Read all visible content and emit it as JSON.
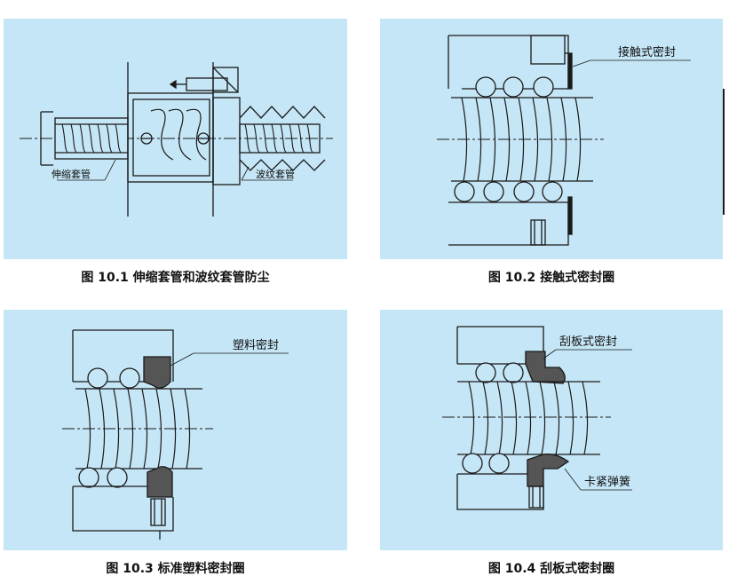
{
  "figures": [
    {
      "caption": "图 10.1   伸缩套管和波纹套管防尘",
      "labels": {
        "left": "伸缩套管",
        "right": "波纹套管"
      }
    },
    {
      "caption": "图 10.2   接触式密封圈",
      "labels": {
        "seal": "接触式密封"
      }
    },
    {
      "caption": "图 10.3   标准塑料密封圈",
      "labels": {
        "seal": "塑料密封"
      }
    },
    {
      "caption": "图 10.4   刮板式密封圈",
      "labels": {
        "seal": "刮板式密封",
        "spring": "卡紧弹簧"
      }
    }
  ],
  "colors": {
    "panel": "#c5e6f6",
    "line": "#1a1a1a",
    "seal_fill": "#555555"
  }
}
